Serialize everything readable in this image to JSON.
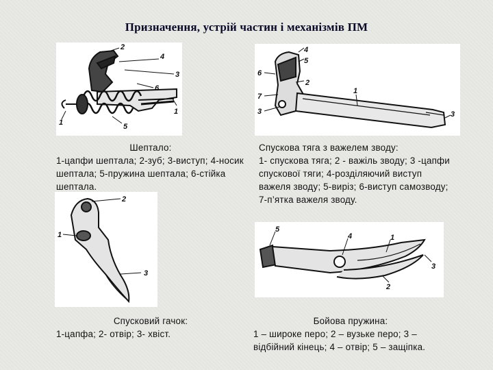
{
  "title": "Призначення, устрій частин і механізмів ПМ",
  "sear": {
    "heading": "Шептало:",
    "body": "1-цапфи шептала; 2-зуб; 3-виступ; 4-носик шептала; 5-пружина шептала; 6-стійка шептала.",
    "labels": [
      "1",
      "2",
      "3",
      "4",
      "5",
      "6",
      "1"
    ]
  },
  "trigger_bar": {
    "heading": "Спускова тяга з важелем зводу:",
    "body": "1- спускова тяга; 2 - важіль зводу; 3 -цапфи спускової тяги; 4-розділяючий виступ важеля зводу; 5-виріз; 6-виступ самозводу; 7-п’ятка важеля зводу.",
    "labels": [
      "4",
      "5",
      "6",
      "2",
      "7",
      "1",
      "3",
      "3"
    ]
  },
  "trigger": {
    "heading": "Спусковий гачок:",
    "body": "1-цапфа; 2- отвір; 3- хвіст.",
    "labels": [
      "2",
      "1",
      "3"
    ]
  },
  "mainspring": {
    "heading": "Бойова пружина:",
    "body": "1 – широке перо; 2 – вузьке перо; 3 – відбійний кінець; 4 – отвір; 5 – защіпка.",
    "labels": [
      "5",
      "4",
      "1",
      "3",
      "2"
    ]
  }
}
